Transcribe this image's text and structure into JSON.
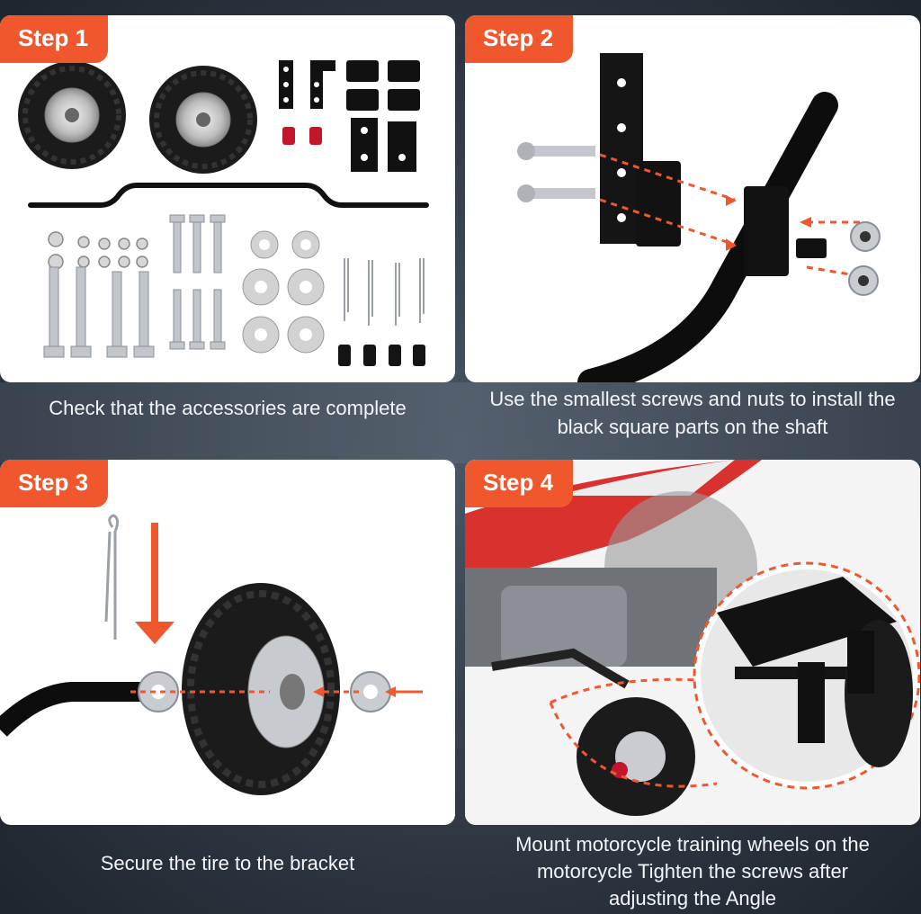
{
  "steps": [
    {
      "label": "Step 1",
      "caption": "Check that the accessories are complete"
    },
    {
      "label": "Step 2",
      "caption": "Use the smallest screws and nuts to install the black square parts on the shaft"
    },
    {
      "label": "Step 3",
      "caption": "Secure the tire to the bracket"
    },
    {
      "label": "Step 4",
      "caption": "Mount motorcycle training wheels on the motorcycle Tighten the screws after adjusting the Angle"
    }
  ],
  "colors": {
    "accent": "#f0572d",
    "panel": "#ffffff",
    "caption_text": "#f3f5f8",
    "metal_black": "#111111"
  },
  "icons": [
    "wheel-icon",
    "bracket-icon",
    "bolt-icon",
    "nut-icon",
    "washer-icon",
    "cotter-pin-icon",
    "arrow-down-icon",
    "dirt-bike-image"
  ]
}
